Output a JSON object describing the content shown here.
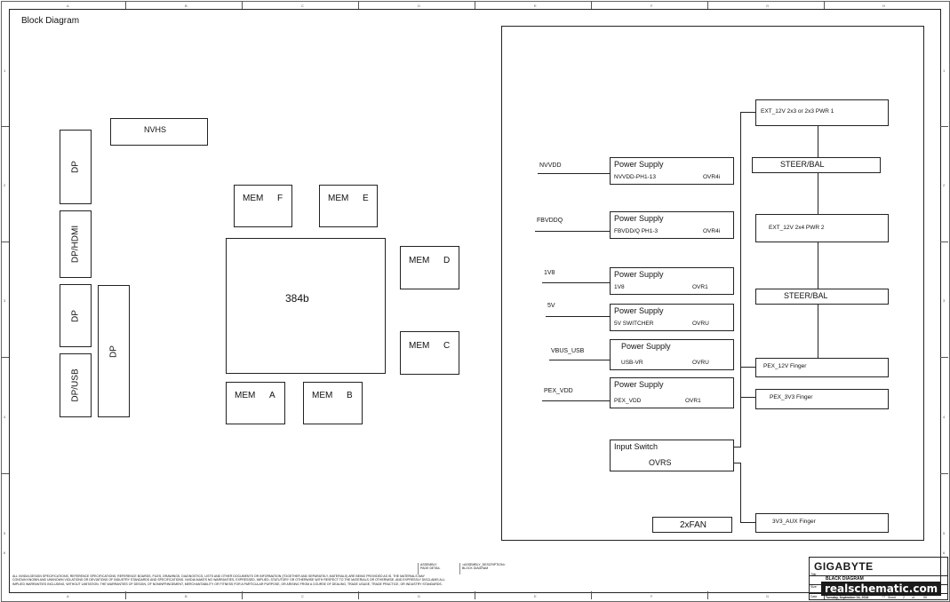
{
  "page": {
    "title": "Block Diagram",
    "col_refs": [
      "A",
      "B",
      "C",
      "D",
      "E",
      "F",
      "G",
      "H"
    ],
    "row_refs": [
      "1",
      "2",
      "3",
      "4",
      "5",
      "6"
    ]
  },
  "left": {
    "nvhs": "NVHS",
    "connectors": [
      "DP",
      "DP/HDMI",
      "DP",
      "DP/USB"
    ],
    "dp_side": "DP",
    "gpu": "384b",
    "mem": {
      "f": {
        "label": "MEM",
        "letter": "F"
      },
      "e": {
        "label": "MEM",
        "letter": "E"
      },
      "d": {
        "label": "MEM",
        "letter": "D"
      },
      "c": {
        "label": "MEM",
        "letter": "C"
      },
      "a": {
        "label": "MEM",
        "letter": "A"
      },
      "b": {
        "label": "MEM",
        "letter": "B"
      }
    }
  },
  "power": {
    "rails": [
      {
        "net": "NVVDD",
        "title": "Power Supply",
        "sub": "NVVDD-PH1-13",
        "ic": "OVR4i"
      },
      {
        "net": "FBVDDQ",
        "title": "Power Supply",
        "sub": "FBVDD/Q PH1-3",
        "ic": "OVR4i"
      },
      {
        "net": "1V8",
        "title": "Power Supply",
        "sub": "1V8",
        "ic": "OVR1"
      },
      {
        "net": "5V",
        "title": "Power Supply",
        "sub": "5V SWITCHER",
        "ic": "OVRU"
      },
      {
        "net": "VBUS_USB",
        "title": "Power Supply",
        "sub": "USB-VR",
        "ic": "OVRU"
      },
      {
        "net": "PEX_VDD",
        "title": "Power Supply",
        "sub": "PEX_VDD",
        "ic": "OVR1"
      }
    ],
    "input_switch": {
      "title": "Input Switch",
      "ic": "OVRS"
    },
    "fan": "2xFAN",
    "right": {
      "ext1": "EXT_12V 2x3 or 2x3 PWR 1",
      "steer1": "STEER/BAL",
      "ext2": "EXT_12V 2x4 PWR 2",
      "steer2": "STEER/BAL",
      "pex12": "PEX_12V Finger",
      "pex33": "PEX_3V3 Finger",
      "aux": "3V3_AUX Finger"
    }
  },
  "footer": {
    "disclaimer": [
      "ALL NVIDIA DESIGN SPECIFICATIONS, REFERENCE SPECIFICATIONS, REFERENCE BOARDS, FILES, DRAWINGS, DIAGNOSTICS, LISTS AND OTHER DOCUMENTS OR INFORMATION (TOGETHER AND SEPARATELY, MATERIALS) ARE BEING PROVIDED AS IS. THE MATERIALS MAY",
      "CONTAIN KNOWN AND UNKNOWN VIOLATIONS OR DEVIATIONS OF INDUSTRY STANDARDS AND SPECIFICATIONS. NVIDIA MAKES NO WARRANTIES, EXPRESSED, IMPLIED, STATUTORY OR OTHERWISE WITH RESPECT TO THE MATERIALS OR OTHERWISE, AND EXPRESSLY DISCLAIMS ALL",
      "IMPLIED WARRANTIES INCLUDING, WITHOUT LIMITATION, THE WARRANTIES OF DESIGN, OF NONINFRINGEMENT, MERCHANTABILITY OR FITNESS FOR A PARTICULAR PURPOSE, OR ARISING FROM A COURSE OF DEALING, TRADE USAGE, TRADE PRACTICE, OR INDUSTRY STANDARDS."
    ],
    "assembly_labels": [
      "ASSEMBLY",
      "PAGE DETAIL"
    ],
    "assembly_values": [
      "<ASSEMBLY_DESCRIPTION>",
      "BLOCK DIAGRAM"
    ],
    "brand": "GIGABYTE",
    "doc_title": "BLACK DIAGRAM",
    "date": "Tuesday, September 04, 2018",
    "sheet_label": "Sheet",
    "sheet": "2",
    "of_label": "of",
    "total": "55",
    "watermark": "realschematic.com",
    "field_labels": [
      "Title",
      "Size",
      "Date"
    ]
  }
}
